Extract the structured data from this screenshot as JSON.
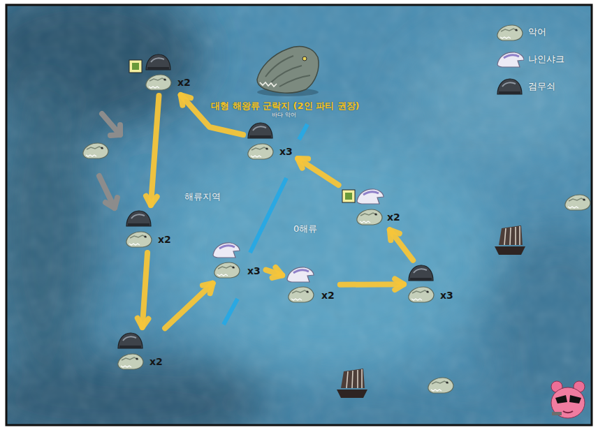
{
  "diagram": {
    "nodes": [
      {
        "text": [
          "x2"
        ]
      },
      {
        "text": [
          "x3"
        ]
      },
      {
        "text": [
          "x2"
        ]
      },
      {
        "text": [
          "x2"
        ]
      },
      {
        "text": [
          "x3"
        ]
      },
      {
        "text": [
          "x2"
        ]
      },
      {
        "text": [
          "x3"
        ]
      },
      {
        "text": [
          "x2"
        ]
      }
    ],
    "edges": [
      {
        "from": 0,
        "to": 3,
        "arrow": "to"
      },
      {
        "from": 3,
        "to": 7,
        "arrow": "to"
      },
      {
        "from": 7,
        "to": 4,
        "arrow": "to"
      },
      {
        "from": 4,
        "to": 5,
        "arrow": "to"
      },
      {
        "from": 5,
        "to": 6,
        "arrow": "to"
      },
      {
        "from": 6,
        "to": 2,
        "arrow": "to"
      },
      {
        "from": 2,
        "to": 1,
        "arrow": "to"
      },
      {
        "from": 1,
        "to": 0,
        "arrow": "to"
      }
    ],
    "labels": [
      "대형 해왕류 군락지 (2인 파티 권장)",
      "바다 악어",
      "해류지역",
      "0해류"
    ],
    "legend": [
      {
        "text": "악어"
      },
      {
        "text": "나인샤크"
      },
      {
        "text": "검무쇠"
      }
    ]
  }
}
